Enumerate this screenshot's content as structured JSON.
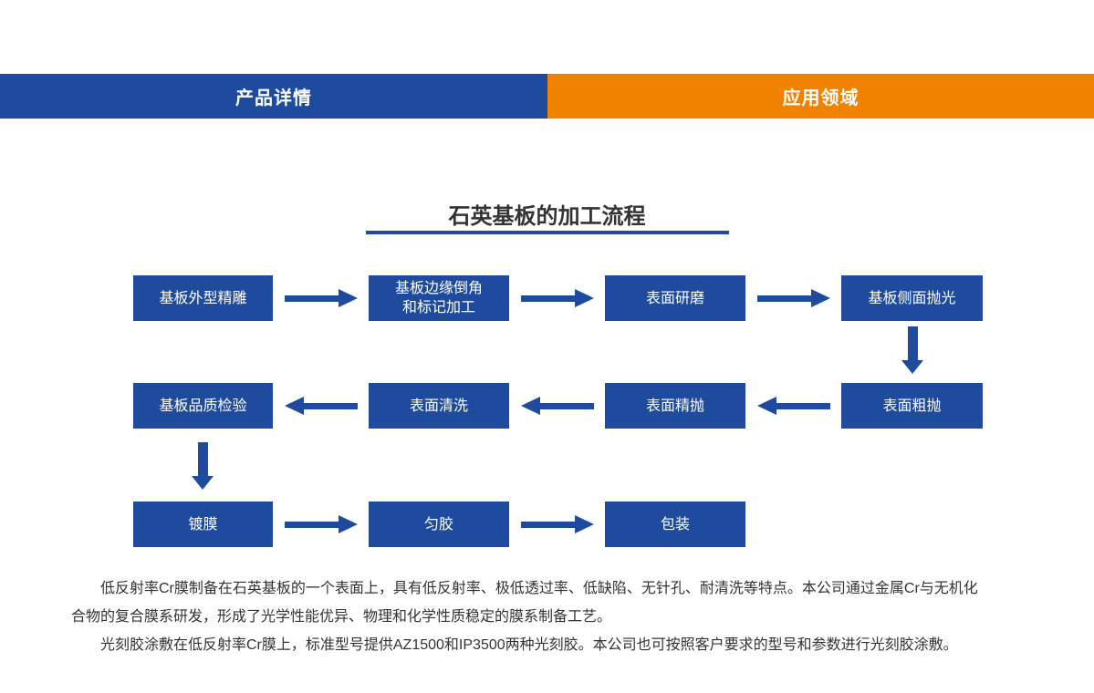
{
  "tabs": {
    "product_detail": "产品详情",
    "application_area": "应用领域"
  },
  "colors": {
    "primary_blue": "#1e4b9e",
    "accent_orange": "#f08200",
    "text_dark": "#333333"
  },
  "flow": {
    "title": "石英基板的加工流程",
    "rows": [
      {
        "steps": [
          {
            "l1": "基板外型精雕"
          },
          {
            "l1": "基板边缘倒角",
            "l2": "和标记加工"
          },
          {
            "l1": "表面研磨"
          },
          {
            "l1": "基板侧面抛光"
          }
        ]
      },
      {
        "steps": [
          {
            "l1": "基板品质检验"
          },
          {
            "l1": "表面清洗"
          },
          {
            "l1": "表面精抛"
          },
          {
            "l1": "表面粗抛"
          }
        ]
      },
      {
        "steps": [
          {
            "l1": "镀膜"
          },
          {
            "l1": "匀胶"
          },
          {
            "l1": "包装"
          }
        ]
      }
    ]
  },
  "description": {
    "p1": "低反射率Cr膜制备在石英基板的一个表面上，具有低反射率、极低透过率、低缺陷、无针孔、耐清洗等特点。本公司通过金属Cr与无机化合物的复合膜系研发，形成了光学性能优异、物理和化学性质稳定的膜系制备工艺。",
    "p2": "光刻胶涂敷在低反射率Cr膜上，标准型号提供AZ1500和IP3500两种光刻胶。本公司也可按照客户要求的型号和参数进行光刻胶涂敷。"
  }
}
